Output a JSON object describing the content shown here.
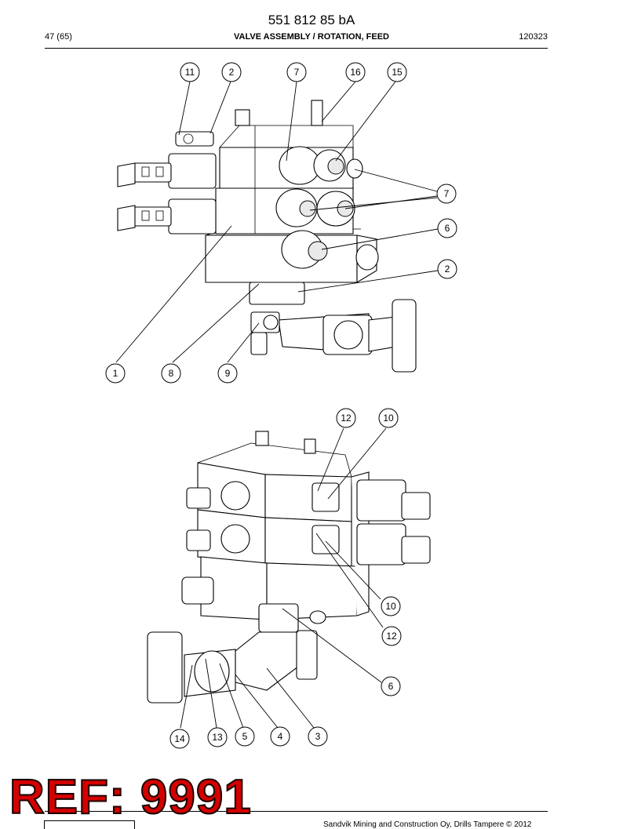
{
  "header": {
    "doc_number": "551 812 85 bA",
    "page": "47 (65)",
    "title": "VALVE ASSEMBLY / ROTATION, FEED",
    "date": "120323"
  },
  "figure_top": {
    "callouts": [
      "11",
      "2",
      "7",
      "16",
      "15",
      "7",
      "6",
      "2",
      "1",
      "8",
      "9"
    ]
  },
  "figure_bottom": {
    "callouts": [
      "12",
      "10",
      "10",
      "12",
      "6",
      "14",
      "13",
      "5",
      "4",
      "3"
    ]
  },
  "stamp": {
    "text": "REF: 9991",
    "color": "#d40000"
  },
  "footer": {
    "text": "Sandvik Mining and Construction Oy, Drills Tampere © 2012"
  }
}
